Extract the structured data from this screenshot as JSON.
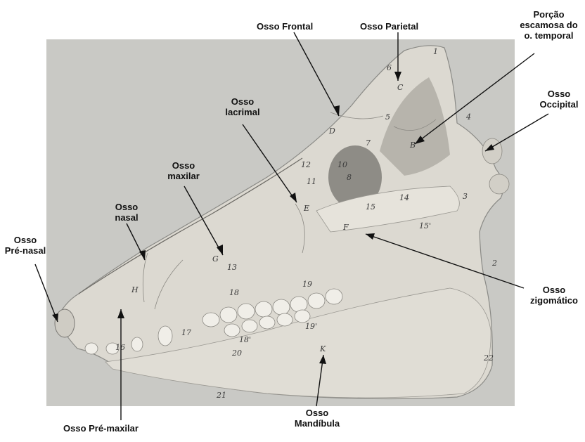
{
  "diagram": {
    "labels": {
      "frontal": "Osso Frontal",
      "parietal": "Osso Parietal",
      "temporal_line1": "Porção",
      "temporal_line2": "escamosa do",
      "temporal_line3": "o. temporal",
      "occipital_line1": "Osso",
      "occipital_line2": "Occipital",
      "lacrimal_line1": "Osso",
      "lacrimal_line2": "lacrimal",
      "maxilar_line1": "Osso",
      "maxilar_line2": "maxilar",
      "nasal_line1": "Osso",
      "nasal_line2": "nasal",
      "prenasal_line1": "Osso",
      "prenasal_line2": "Pré-nasal",
      "zigomatico_line1": "Osso",
      "zigomatico_line2": "zigomático",
      "premaxilar": "Osso Pré-maxilar",
      "mandibula_line1": "Osso",
      "mandibula_line2": "Mandíbula"
    },
    "skull_marks": [
      "C",
      "5",
      "6",
      "B",
      "4",
      "D",
      "7",
      "10",
      "8",
      "12",
      "11",
      "E",
      "14",
      "15",
      "15'",
      "3",
      "F",
      "G",
      "13",
      "H",
      "2",
      "18",
      "19",
      "18'",
      "19'",
      "17",
      "16",
      "20",
      "K",
      "22",
      "21",
      "1"
    ],
    "colors": {
      "photo_bg": "#c9c9c5",
      "bone": "#d9d6ce",
      "line": "#111111"
    }
  }
}
